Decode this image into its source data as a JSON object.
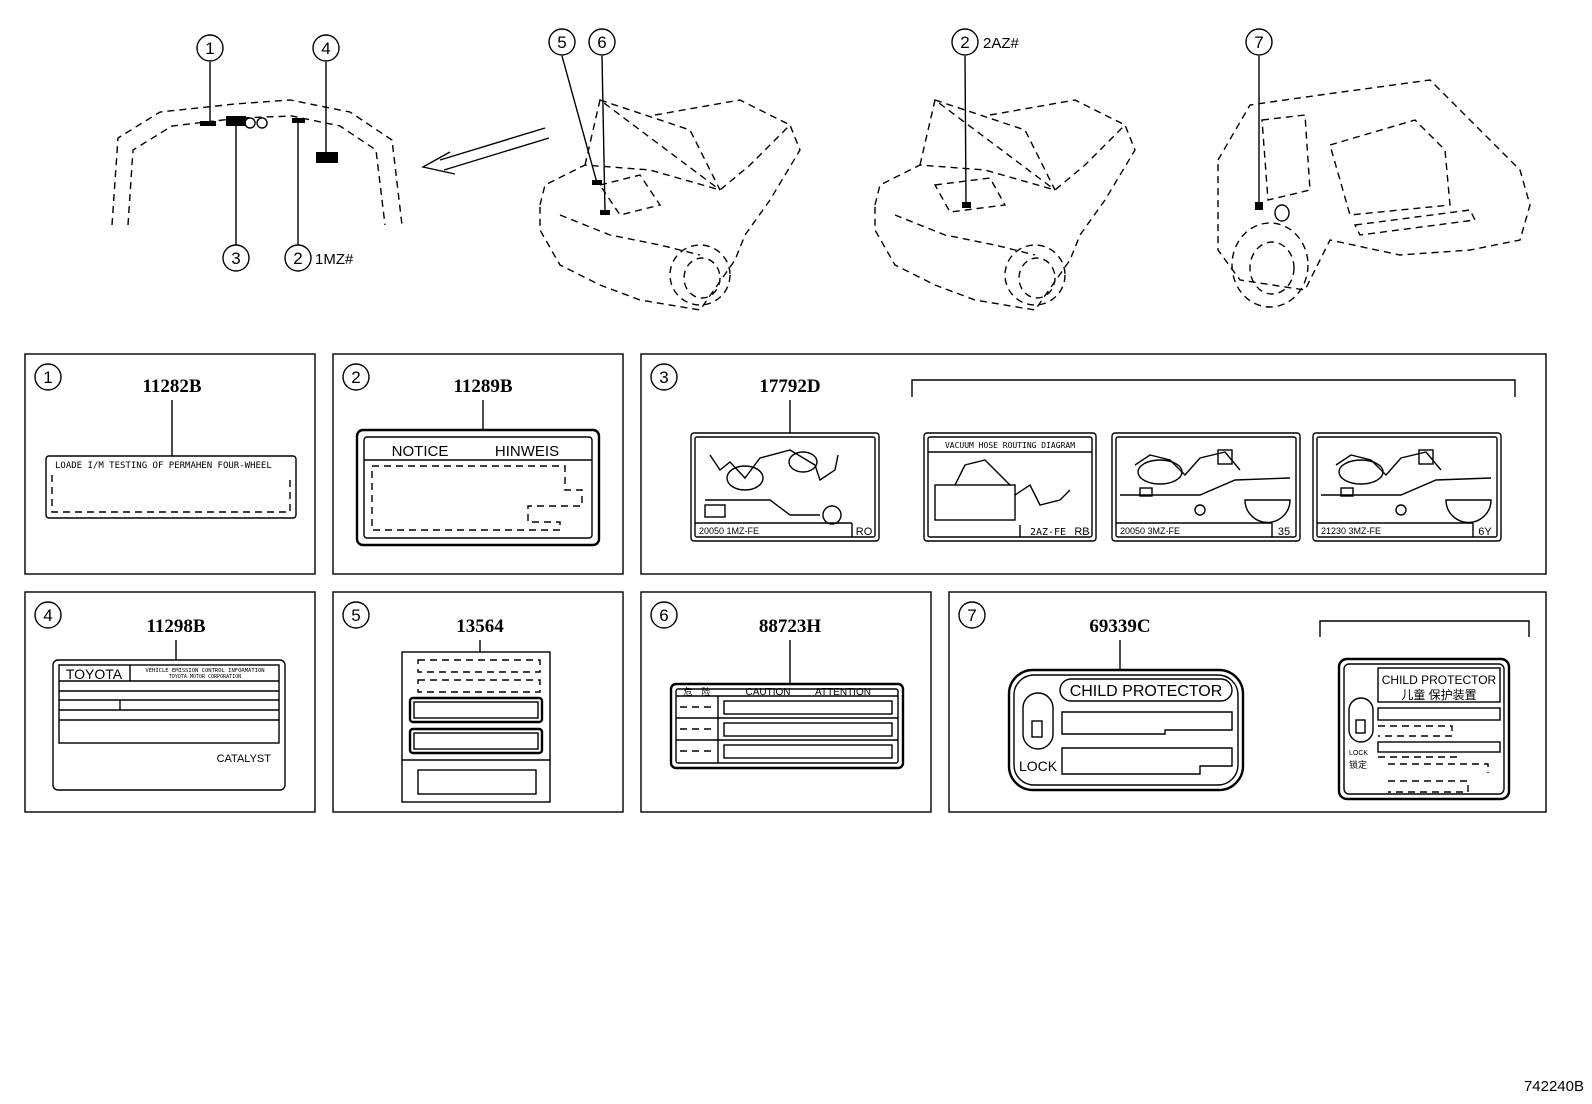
{
  "callouts": {
    "top_1": "1",
    "top_3": "3",
    "top_4": "4",
    "top_2": "2",
    "top_2_suffix": "1MZ#",
    "car1_5": "5",
    "car1_6": "6",
    "car2_2": "2",
    "car2_2_suffix": "2AZ#",
    "car3_7": "7"
  },
  "panels": [
    {
      "num": "1",
      "part": "11282B"
    },
    {
      "num": "2",
      "part": "11289B"
    },
    {
      "num": "3",
      "part": "17792D"
    },
    {
      "num": "4",
      "part": "11298B"
    },
    {
      "num": "5",
      "part": "13564"
    },
    {
      "num": "6",
      "part": "88723H"
    },
    {
      "num": "7",
      "part": "69339C"
    }
  ],
  "label1": {
    "text": "LOADE I/M TESTING OF PERMAHEN FOUR-WHEEL"
  },
  "label2": {
    "left": "NOTICE",
    "right": "HINWEIS"
  },
  "label3": {
    "a": {
      "foot_left": "20050 1MZ-FE",
      "foot_right": "RO"
    },
    "b": {
      "title": "VACUUM HOSE ROUTING DIAGRAM",
      "foot_left": "2AZ-FE",
      "foot_right": "RB"
    },
    "c": {
      "foot_left": "20050 3MZ-FE",
      "foot_right": "35"
    },
    "d": {
      "foot_left": "21230 3MZ-FE",
      "foot_right": "6Y"
    }
  },
  "label4": {
    "brand": "TOYOTA",
    "line1": "VEHICLE EMISSION CONTROL INFORMATION",
    "line2": "TOYOTA MOTOR CORPORATION",
    "footer": "CATALYST"
  },
  "label6": {
    "c1": "危",
    "c2": "险",
    "caution": "CAUTION",
    "attention": "ATTENTION"
  },
  "label7": {
    "a": {
      "title": "CHILD PROTECTOR",
      "lock": "LOCK"
    },
    "b": {
      "title": "CHILD PROTECTOR",
      "title_cn": "儿童 保护装置",
      "lock": "LOCK",
      "lock_cn": "锁定"
    }
  },
  "diagram_code": "742240B"
}
